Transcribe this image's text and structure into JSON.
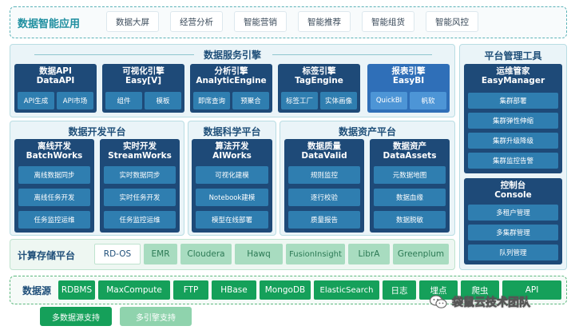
{
  "app_layer": {
    "title": "数据智能应用",
    "items": [
      "数据大屏",
      "经营分析",
      "智能营销",
      "智能推荐",
      "智能组货",
      "智能风控"
    ]
  },
  "service_engine": {
    "title": "数据服务引擎",
    "cards": [
      {
        "title": "数据API",
        "subtitle": "DataAPI",
        "subs": [
          "API生成",
          "API市场"
        ]
      },
      {
        "title": "可视化引擎",
        "subtitle": "Easy[V]",
        "subs": [
          "组件",
          "模板"
        ]
      },
      {
        "title": "分析引擎",
        "subtitle": "AnalyticEngine",
        "subs": [
          "即席查询",
          "预聚合"
        ]
      },
      {
        "title": "标签引擎",
        "subtitle": "TagEngine",
        "subs": [
          "标签工厂",
          "实体画像"
        ]
      },
      {
        "title": "报表引擎",
        "subtitle": "EasyBI",
        "subs": [
          "QuickBI",
          "帆软"
        ]
      }
    ]
  },
  "dev_platform": {
    "title": "数据开发平台",
    "cards": [
      {
        "title": "离线开发",
        "subtitle": "BatchWorks",
        "subs": [
          "离线数据同步",
          "离线任务开发",
          "任务监控运维"
        ]
      },
      {
        "title": "实时开发",
        "subtitle": "StreamWorks",
        "subs": [
          "实时数据同步",
          "实时任务开发",
          "任务监控运维"
        ]
      }
    ]
  },
  "science_platform": {
    "title": "数据科学平台",
    "cards": [
      {
        "title": "算法开发",
        "subtitle": "AIWorks",
        "subs": [
          "可视化建模",
          "Notebook建模",
          "模型在线部署"
        ]
      }
    ]
  },
  "asset_platform": {
    "title": "数据资产平台",
    "cards": [
      {
        "title": "数据质量",
        "subtitle": "DataValid",
        "subs": [
          "规则监控",
          "逐行校验",
          "质量报告"
        ]
      },
      {
        "title": "数据资产",
        "subtitle": "DataAssets",
        "subs": [
          "元数据地图",
          "数据血缘",
          "数据脱敏"
        ]
      }
    ]
  },
  "management": {
    "title": "平台管理工具",
    "easy_manager": {
      "title": "运维管家",
      "subtitle": "EasyManager",
      "subs": [
        "集群部署",
        "集群弹性伸缩",
        "集群升级降级",
        "集群监控告警"
      ]
    },
    "console": {
      "title": "控制台",
      "subtitle": "Console",
      "subs": [
        "多租户管理",
        "多集群管理",
        "队列管理"
      ]
    }
  },
  "compute": {
    "label": "计算存储平台",
    "items": [
      "RD-OS",
      "EMR",
      "Cloudera",
      "Hawq",
      "FusionInsight",
      "LibrA",
      "Greenplum"
    ]
  },
  "datasource": {
    "label": "数据源",
    "items": [
      "RDBMS",
      "MaxCompute",
      "FTP",
      "HBase",
      "MongoDB",
      "ElasticSearch",
      "日志",
      "埋点",
      "爬虫",
      "API"
    ],
    "pills": [
      "多数据源支持",
      "多引擎支持"
    ]
  },
  "watermark": {
    "text": "袋鼠云技术团队"
  },
  "colors": {
    "dark_card": "#1e4a78",
    "blue_card": "#2f6fb8",
    "green": "#15a05a",
    "light_green": "#a8dcc0",
    "panel": "#eaf4f8"
  }
}
